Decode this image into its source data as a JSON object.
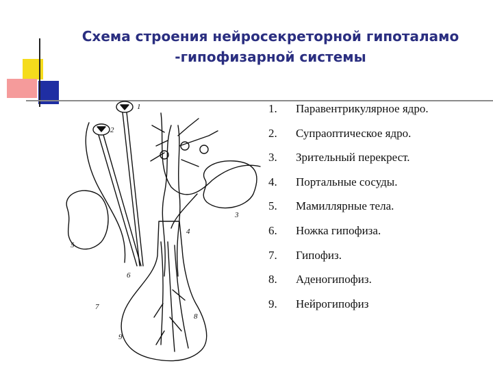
{
  "title": {
    "line1": "Схема строения нейросекреторной гипоталамо",
    "line2": "-гипофизарной системы"
  },
  "figure": {
    "labels": [
      "1",
      "2",
      "3",
      "4",
      "5",
      "6",
      "7",
      "8",
      "9"
    ]
  },
  "legend": [
    {
      "num": "1.",
      "text": "Паравентрикулярное ядро."
    },
    {
      "num": "2.",
      "text": "Супраоптическое ядро."
    },
    {
      "num": "3.",
      "text": "Зрительный перекрест."
    },
    {
      "num": "4.",
      "text": "Портальные сосуды."
    },
    {
      "num": "5.",
      "text": "Мамиллярные тела."
    },
    {
      "num": "6.",
      "text": "Ножка гипофиза."
    },
    {
      "num": "7.",
      "text": "Гипофиз."
    },
    {
      "num": "8.",
      "text": "Аденогипофиз."
    },
    {
      "num": "9.",
      "text": "Нейрогипофиз"
    }
  ],
  "colors": {
    "title": "#2a2e80",
    "deco_yellow": "#f5dc1c",
    "deco_red": "#f59b9b",
    "deco_blue": "#1f2ea3"
  }
}
